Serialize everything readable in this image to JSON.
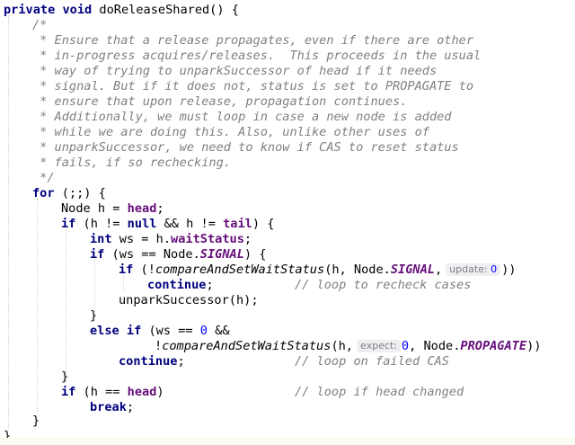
{
  "code": {
    "l1": {
      "kw1": "private",
      "kw2": "void",
      "rest": "doReleaseShared() {"
    },
    "comment": [
      "/*",
      " * Ensure that a release propagates, even if there are other",
      " * in-progress acquires/releases.  This proceeds in the usual",
      " * way of trying to unparkSuccessor of head if it needs",
      " * signal. But if it does not, status is set to PROPAGATE to",
      " * ensure that upon release, propagation continues.",
      " * Additionally, we must loop in case a new node is added",
      " * while we are doing this. Also, unlike other uses of",
      " * unparkSuccessor, we need to know if CAS to reset status",
      " * fails, if so rechecking.",
      " */"
    ],
    "for_kw": "for",
    "for_rest": " (;;) {",
    "node_decl": "Node h = ",
    "head": "head",
    "semi": ";",
    "if1": {
      "kw": "if",
      "a": " (h != ",
      "null": "null",
      "b": " && h != ",
      "tail": "tail",
      "c": ") {"
    },
    "int_line": {
      "kw": "int",
      "a": " ws = h.",
      "field": "waitStatus",
      "b": ";"
    },
    "if2": {
      "kw": "if",
      "a": " (ws == Node.",
      "signal": "SIGNAL",
      "b": ") {"
    },
    "if3": {
      "kw": "if",
      "a": " (!",
      "method": "compareAndSetWaitStatus",
      "b": "(h, Node.",
      "signal": "SIGNAL",
      "comma": ",",
      "hint_label": "update:",
      "hint_value": "0",
      "c": "))"
    },
    "continue1": {
      "kw": "continue",
      "semi": ";",
      "comment": "// loop to recheck cases"
    },
    "unpark": "unparkSuccessor(h);",
    "close_brace": "}",
    "elseif": {
      "kw": "else if",
      "a": " (ws == ",
      "zero": "0",
      "b": " &&"
    },
    "cas2": {
      "a": "!",
      "method": "compareAndSetWaitStatus",
      "b": "(h,",
      "hint_label": "expect:",
      "hint_value": "0",
      "c": ", Node.",
      "propagate": "PROPAGATE",
      "d": "))"
    },
    "continue2": {
      "kw": "continue",
      "semi": ";",
      "comment": "// loop on failed CAS"
    },
    "if4": {
      "kw": "if",
      "a": " (h == ",
      "head": "head",
      "b": ")",
      "comment": "// loop if head changed"
    },
    "break_line": {
      "kw": "break",
      "semi": ";"
    }
  }
}
